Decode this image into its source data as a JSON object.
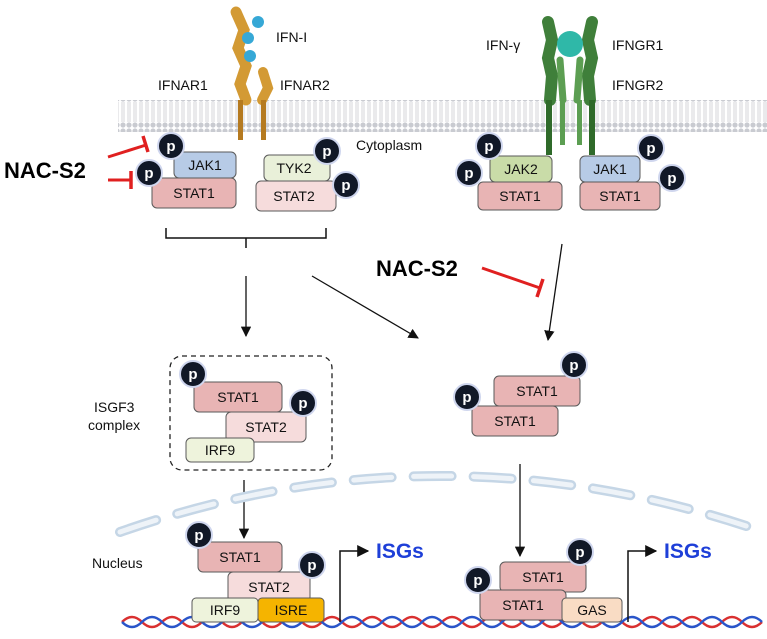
{
  "labels": {
    "ifn_i": "IFN-I",
    "ifnar1": "IFNAR1",
    "ifnar2": "IFNAR2",
    "ifn_gamma": "IFN-γ",
    "ifngr1": "IFNGR1",
    "ifngr2": "IFNGR2",
    "cytoplasm": "Cytoplasm",
    "inhibitor": "NAC-S2",
    "isgf3_line1": "ISGF3",
    "isgf3_line2": "complex",
    "nucleus": "Nucleus",
    "isgs": "ISGs",
    "phospho": "p"
  },
  "proteins": {
    "jak1": "JAK1",
    "tyk2": "TYK2",
    "stat1": "STAT1",
    "stat2": "STAT2",
    "jak2": "JAK2",
    "irf9": "IRF9",
    "isre": "ISRE",
    "gas": "GAS"
  },
  "colors": {
    "stat1": "#e8b4b4",
    "stat2": "#f6dcdc",
    "jak_blue": "#b7cbe6",
    "tyk2": "#e9f0d9",
    "jak2": "#c9dca8",
    "irf9": "#eef3dc",
    "isre": "#f5b400",
    "gas": "#f9dcc4",
    "ifnar": "#d39a34",
    "ifngr": "#3f7f3a",
    "ligand": "#36a8d6",
    "inhibitor": "#e02020",
    "isgs": "#1e3fd8",
    "phospho": "#111827"
  }
}
